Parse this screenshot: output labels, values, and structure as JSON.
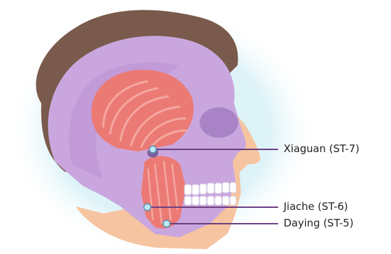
{
  "points": [
    {
      "label": "Xiaguan (ST-7)"
    },
    {
      "label": "Jiache (ST-6)"
    },
    {
      "label": "Daying (ST-5)"
    }
  ],
  "colors": {
    "hair": "#7a5a4c",
    "skin": "#f6c4a0",
    "skull": "#c9a7de",
    "skull_inner": "#b98fd2",
    "muscle": "#ec7a74",
    "muscle_fibre": "#f4b0a8",
    "leader_line": "#6a3d80",
    "point_marker": "#bfe8f5"
  }
}
